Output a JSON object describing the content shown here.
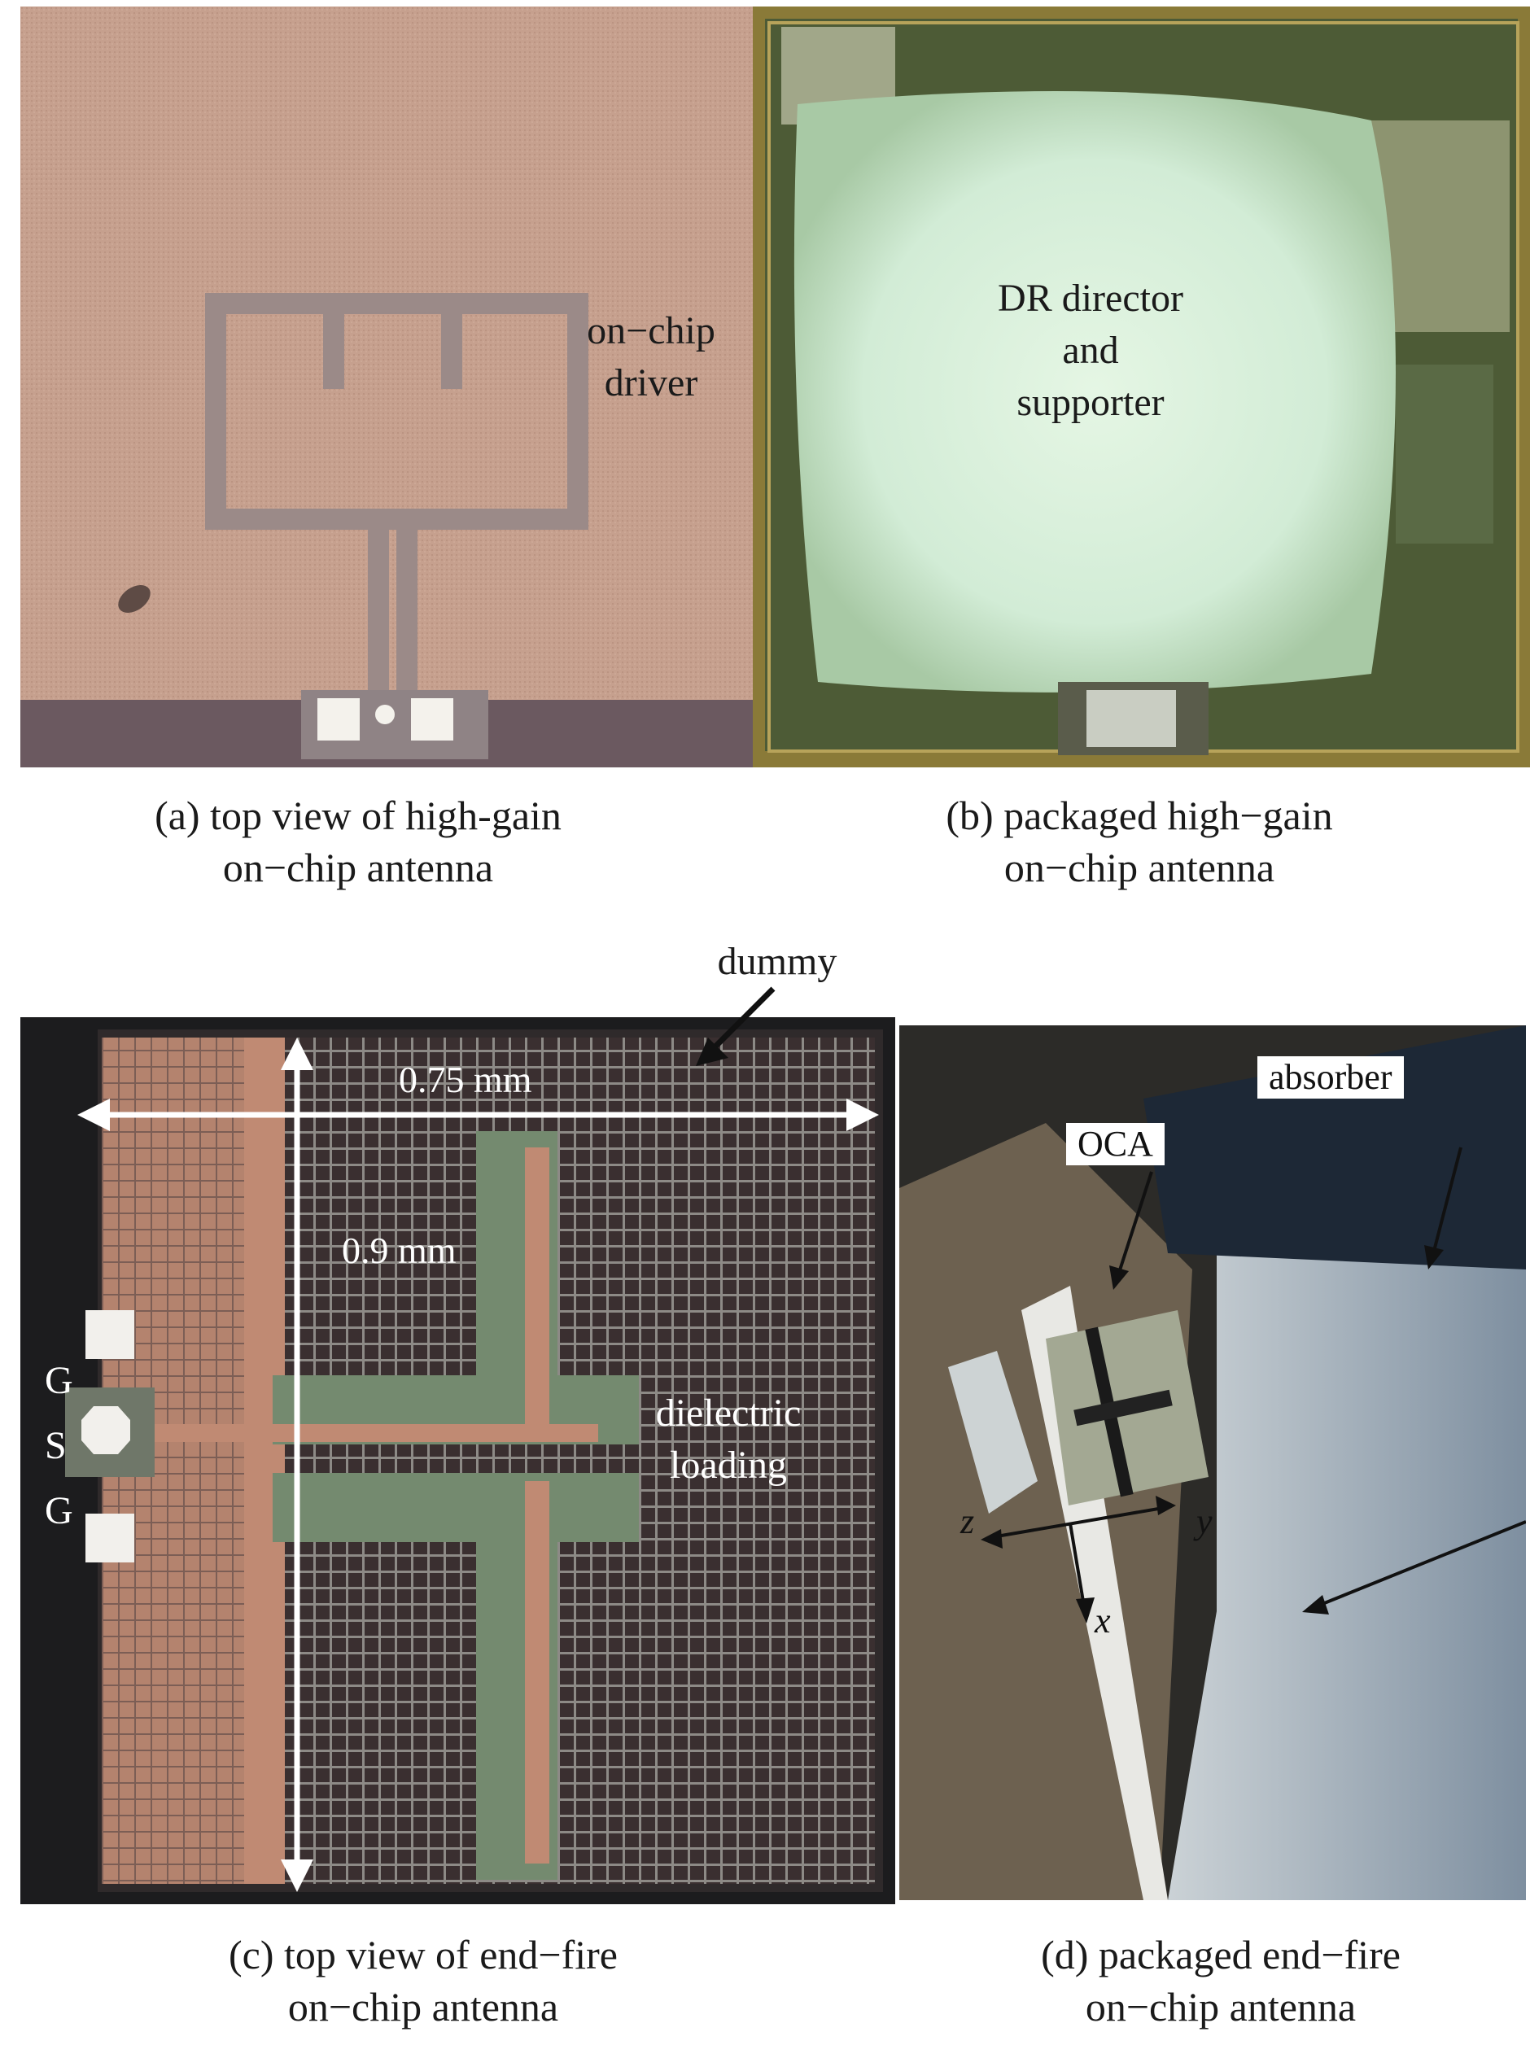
{
  "panels": {
    "a": {
      "caption_line1": "(a) top view of high-gain",
      "caption_line2": "on−chip antenna",
      "label_line1": "on−chip",
      "label_line2": "driver"
    },
    "b": {
      "caption_line1": "(b) packaged high−gain",
      "caption_line2": "on−chip antenna",
      "label_line1": "DR director",
      "label_line2": "and",
      "label_line3": "supporter"
    },
    "c": {
      "caption_line1": "(c) top view of end−fire",
      "caption_line2": "on−chip antenna",
      "dummy": "dummy",
      "width_dim": "0.75 mm",
      "height_dim": "0.9 mm",
      "pad_g1": "G",
      "pad_s": "S",
      "pad_g2": "G",
      "loading_line1": "dielectric",
      "loading_line2": "loading"
    },
    "d": {
      "caption_line1": "(d) packaged end−fire",
      "caption_line2": "on−chip antenna",
      "absorber": "absorber",
      "oca": "OCA",
      "axis_z": "z",
      "axis_y": "y",
      "axis_x": "x"
    }
  }
}
